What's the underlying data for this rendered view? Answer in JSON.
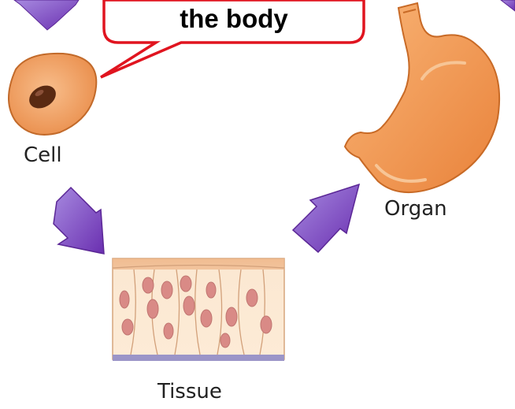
{
  "callout": {
    "text": "the body"
  },
  "labels": {
    "cell": "Cell",
    "tissue": "Tissue",
    "organ": "Organ"
  },
  "colors": {
    "arrow_fill": "#7a3fc0",
    "callout_border": "#e0141f",
    "cell_fill": "#f3a66b",
    "nucleus_fill": "#5a2a12",
    "organ_fill": "#f39a55",
    "tissue_fill": "#fbe3c4",
    "tissue_cell_nucleus": "#d98a86"
  }
}
